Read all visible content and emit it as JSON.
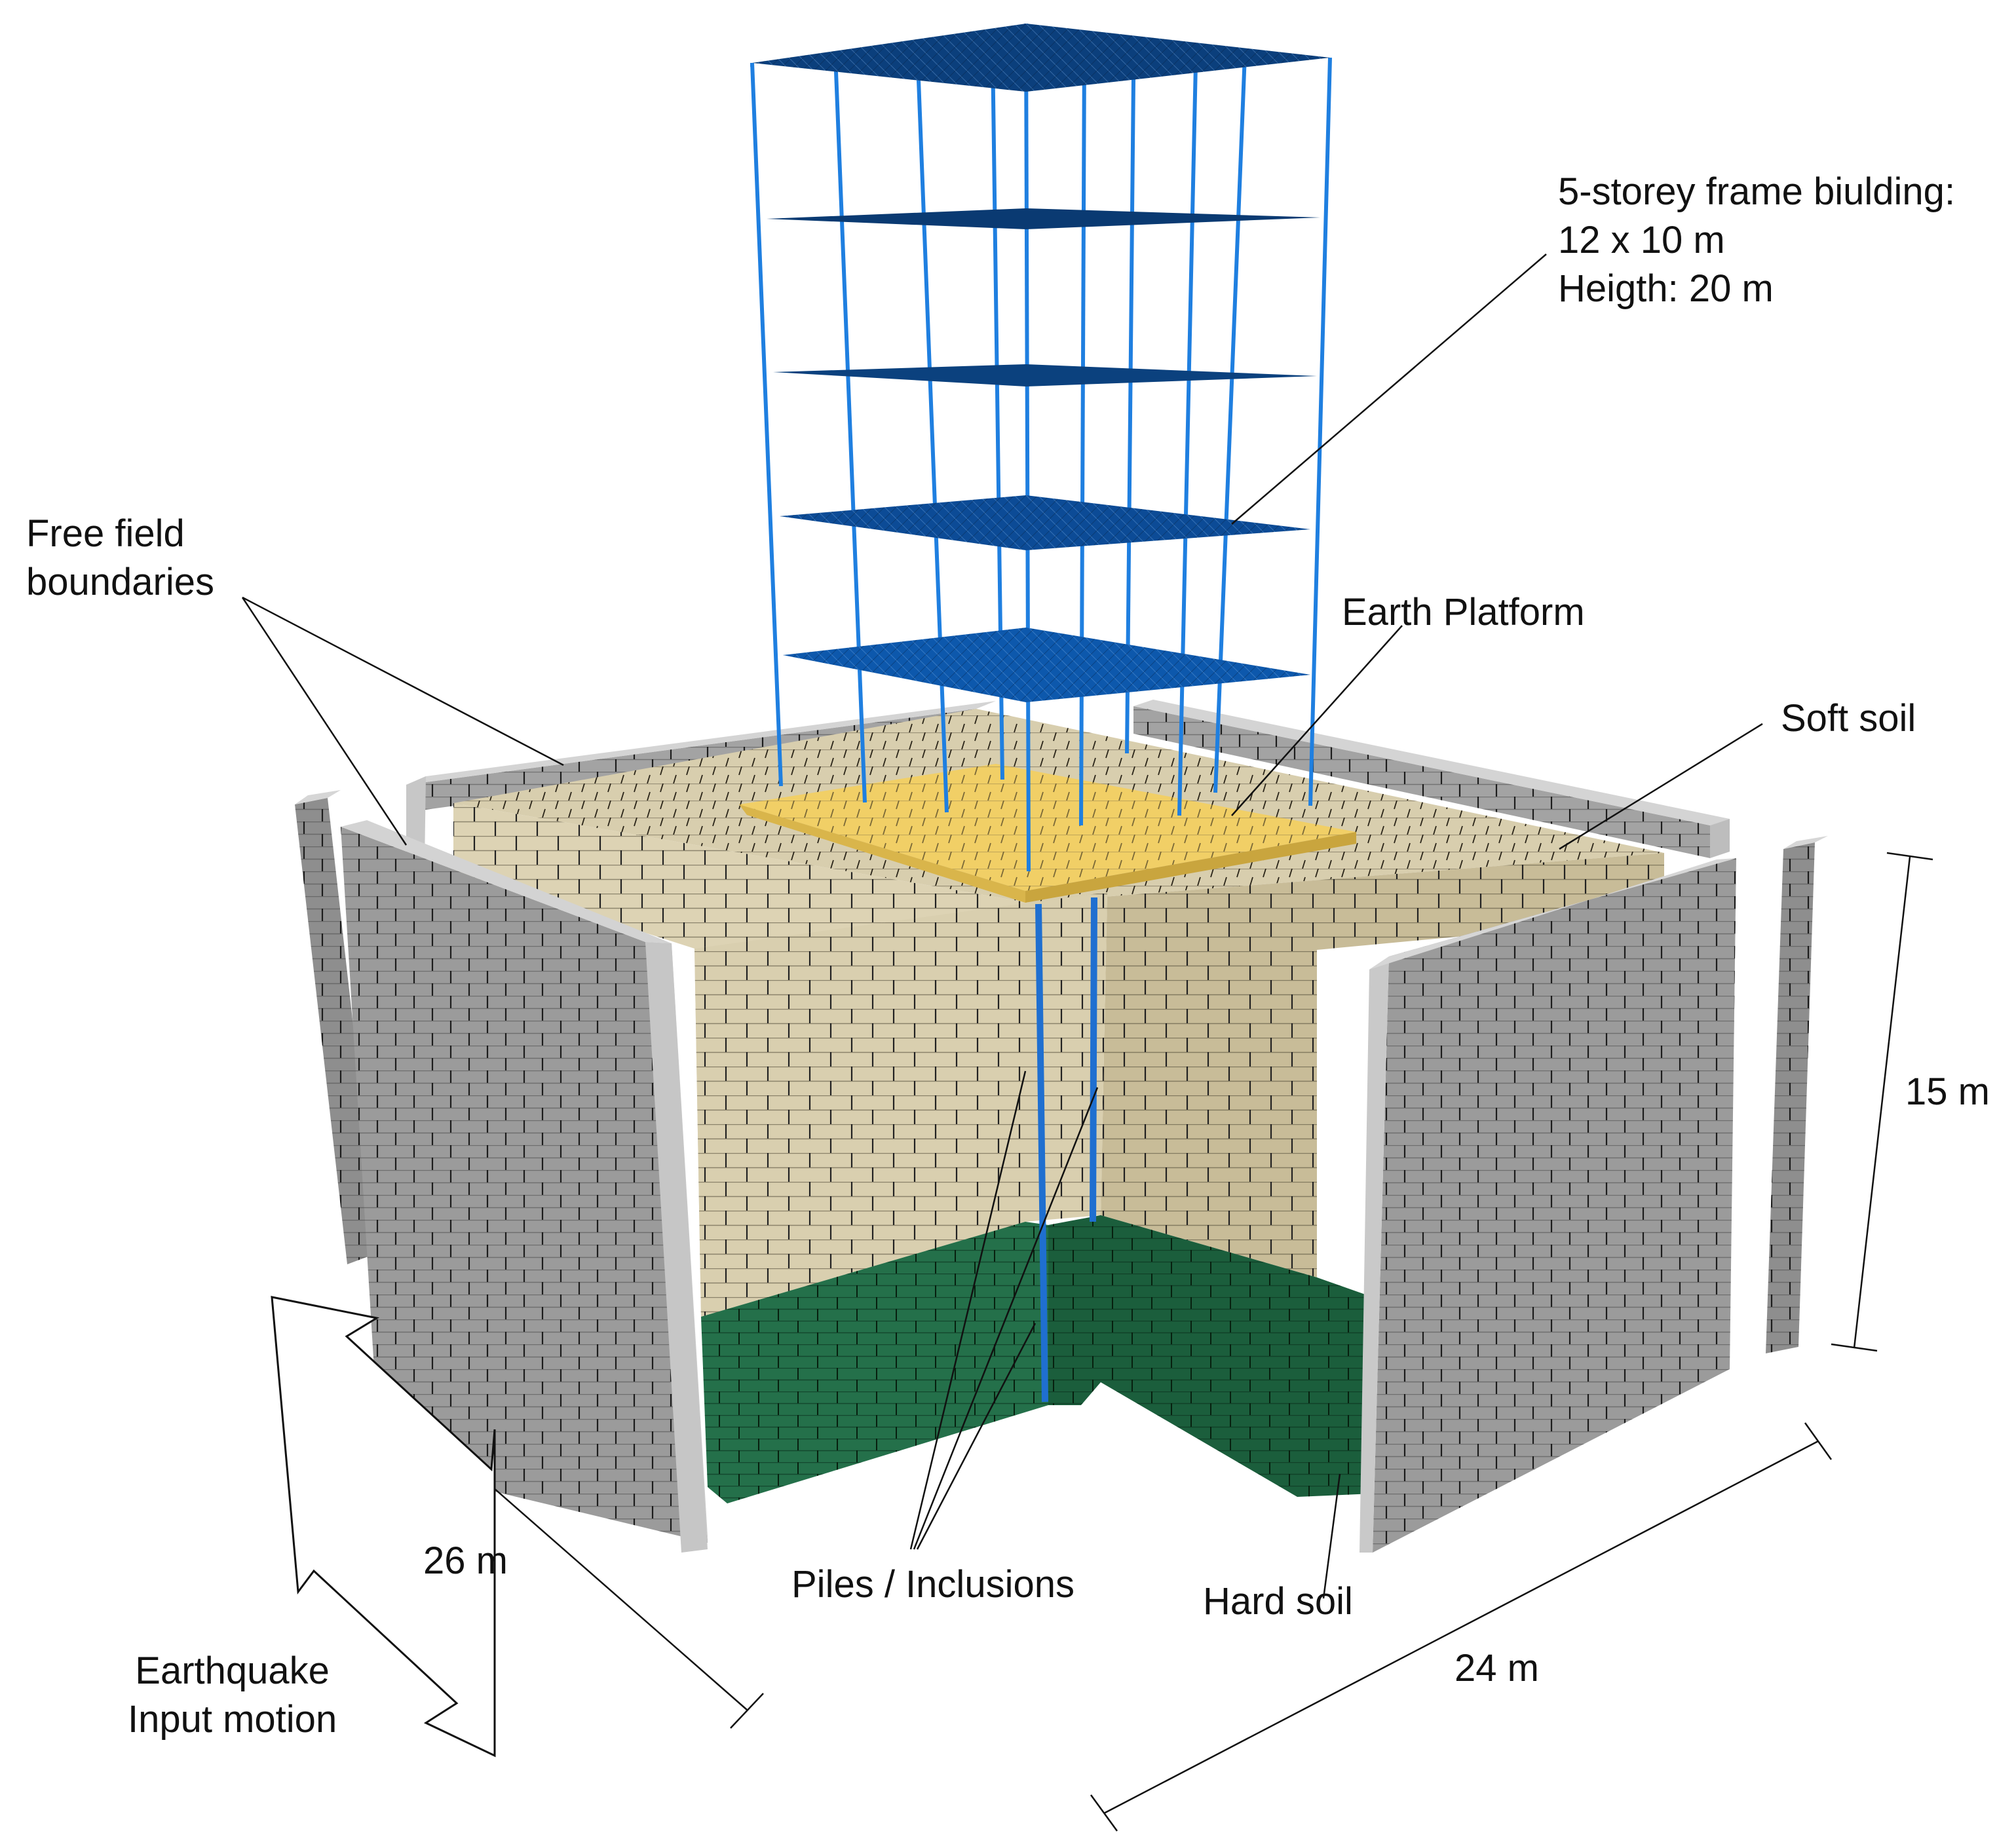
{
  "labels": {
    "building": [
      "5-storey frame biulding:",
      "12 x 10 m",
      "Heigth: 20 m"
    ],
    "free_field": [
      "Free field",
      "boundaries"
    ],
    "earth_platform": "Earth Platform",
    "soft_soil": "Soft soil",
    "piles": "Piles / Inclusions",
    "hard_soil": "Hard soil",
    "earthquake": [
      "Earthquake",
      "Input motion"
    ],
    "dim_height": "15 m",
    "dim_depth": "26 m",
    "dim_width": "24 m"
  },
  "colors": {
    "slab_dark": "#0b3f7c",
    "slab_mid": "#0d58ac",
    "column": "#1f7fe0",
    "platform": "#f1cf66",
    "soft_soil_top": "#d8ceae",
    "soft_soil_left": "#ddd3b4",
    "soft_soil_right": "#c8bc98",
    "hard_soil_left": "#24704a",
    "hard_soil_right": "#1b5e3c",
    "boundary_face": "#9b9b9b",
    "boundary_edge": "#cdcdcd",
    "leader_line": "#111111"
  },
  "storeys": 5,
  "icons": [
    "double-arrow-icon"
  ]
}
